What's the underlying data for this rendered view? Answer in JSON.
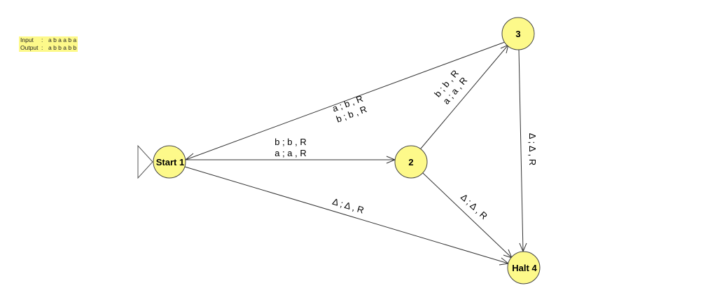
{
  "tape_info": {
    "input_label": "Input",
    "input_sep": ":",
    "input_value": "a b a a b a",
    "output_label": "Output",
    "output_sep": ":",
    "output_value": "a b b a b b"
  },
  "colors": {
    "state_fill": "#fdf98a",
    "info_box_fill": "#fdf98a"
  },
  "states": {
    "start": {
      "label": "Start 1"
    },
    "s2": {
      "label": "2"
    },
    "s3": {
      "label": "3"
    },
    "halt": {
      "label": "Halt 4"
    }
  },
  "transitions": {
    "t1_2": {
      "line1": "b ; b , R",
      "line2": "a ; a , R"
    },
    "t3_1": {
      "line1": "a ; b , R",
      "line2": "b ; b , R"
    },
    "t2_3": {
      "line1": "b ; b , R",
      "line2": "a ; a , R"
    },
    "t1_4": {
      "line1": "Δ ; Δ , R"
    },
    "t2_4": {
      "line1": "Δ ; Δ , R"
    },
    "t3_4": {
      "line1": "Δ ; Δ , R"
    }
  }
}
